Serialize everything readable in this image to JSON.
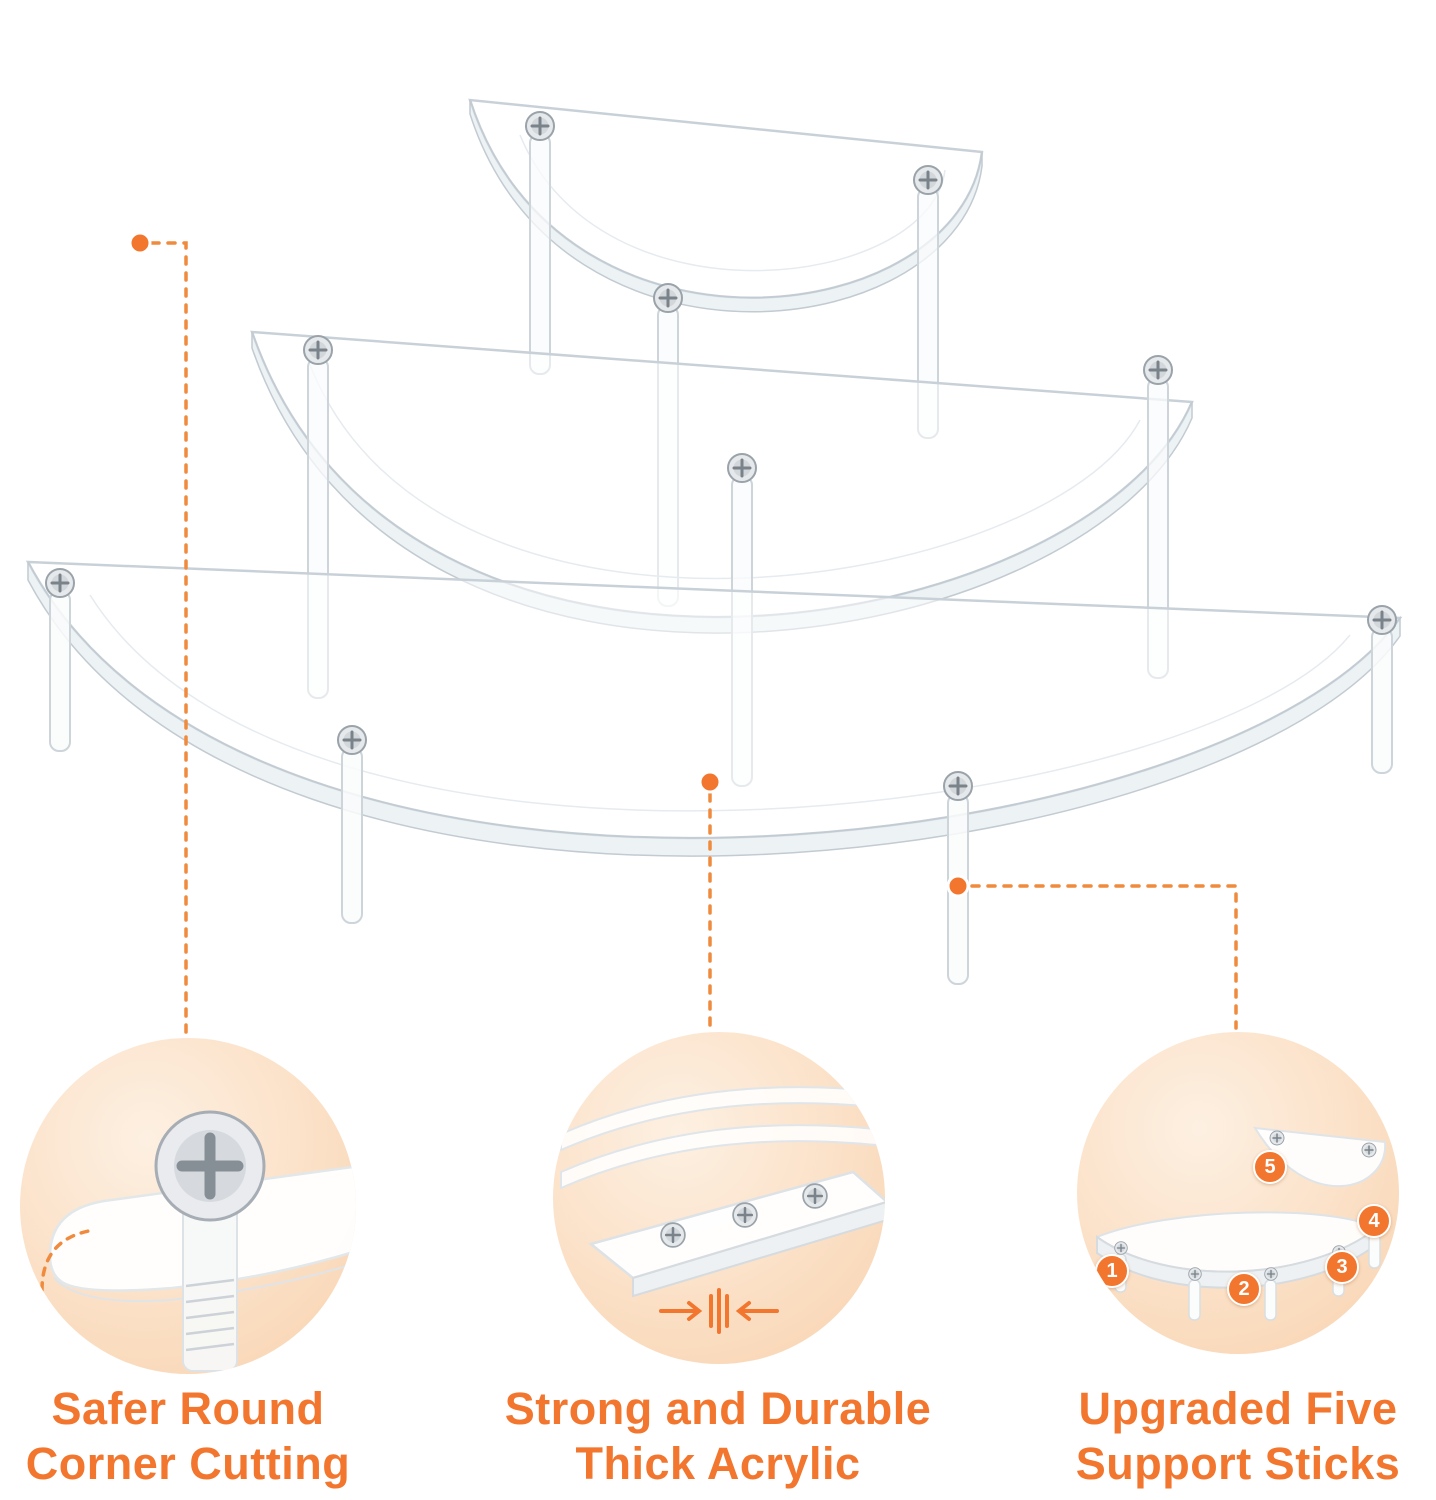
{
  "colors": {
    "accent": "#F2762E",
    "dashed_line": "#F08A3C",
    "circle_bg_light": "#FDF0E2",
    "circle_bg_deep": "#F8D2AE",
    "acrylic_edge": "#C9D1D8",
    "caption_text": "#F2762E"
  },
  "icons": {
    "screw": "phillips-screw-icon",
    "compress": "compress-arrows-icon",
    "callout": "callout-dot"
  },
  "features": [
    {
      "name": "round-corner",
      "icon": "corner-screw-illustration",
      "caption_line1": "Safer Round",
      "caption_line2": "Corner Cutting"
    },
    {
      "name": "thick-acrylic",
      "icon": "acrylic-sheets-illustration",
      "caption_line1": "Strong and Durable",
      "caption_line2": "Thick Acrylic"
    },
    {
      "name": "support-sticks",
      "icon": "five-sticks-illustration",
      "caption_line1": "Upgraded Five",
      "caption_line2": "Support Sticks"
    }
  ],
  "support_sticks": {
    "badges": [
      "1",
      "2",
      "3",
      "4",
      "5"
    ]
  }
}
